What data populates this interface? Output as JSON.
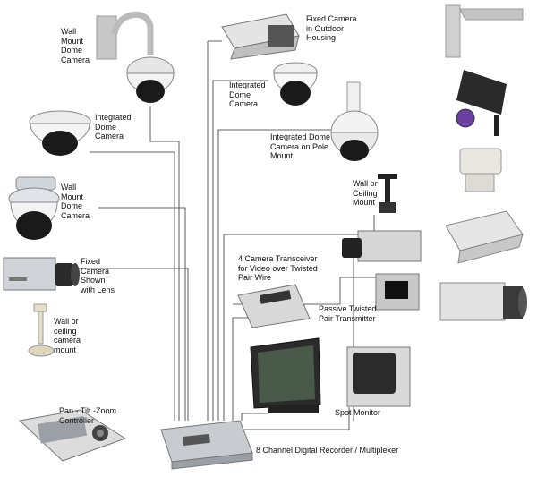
{
  "labels": {
    "wall_mount_dome_top": "Wall\nMount\nDome\nCamera",
    "fixed_outdoor": "Fixed Camera\nin Outdoor\nHousing",
    "integrated_dome_left": "Integrated\nDome\nCamera",
    "integrated_dome_center": "Integrated\nDome\nCamera",
    "integrated_dome_pole": "Integrated Dome\nCamera on Pole\nMount",
    "wall_mount_dome_mid": "Wall\nMount\nDome\nCamera",
    "wall_ceiling_mount_right": "Wall or\nCeiling\nMount",
    "fixed_with_lens": "Fixed\nCamera\nShown\nwith Lens",
    "transceiver": "4 Camera Transceiver\nfor Video over Twisted\nPair Wire",
    "passive_transmitter": "Passive Twisted\nPair Transmitter",
    "ceiling_camera_mount": "Wall or\nceiling\ncamera\nmount",
    "ptz_controller": "Pan - Tilt -Zoom\nController",
    "spot_monitor": "Spot Monitor",
    "dvr": "8 Channel Digital Recorder / Multiplexer"
  },
  "colors": {
    "wire": "#333333",
    "camera_body": "#d9d9d9",
    "dome_glass": "#1a1a1a",
    "screen": "#2b2b2b"
  }
}
